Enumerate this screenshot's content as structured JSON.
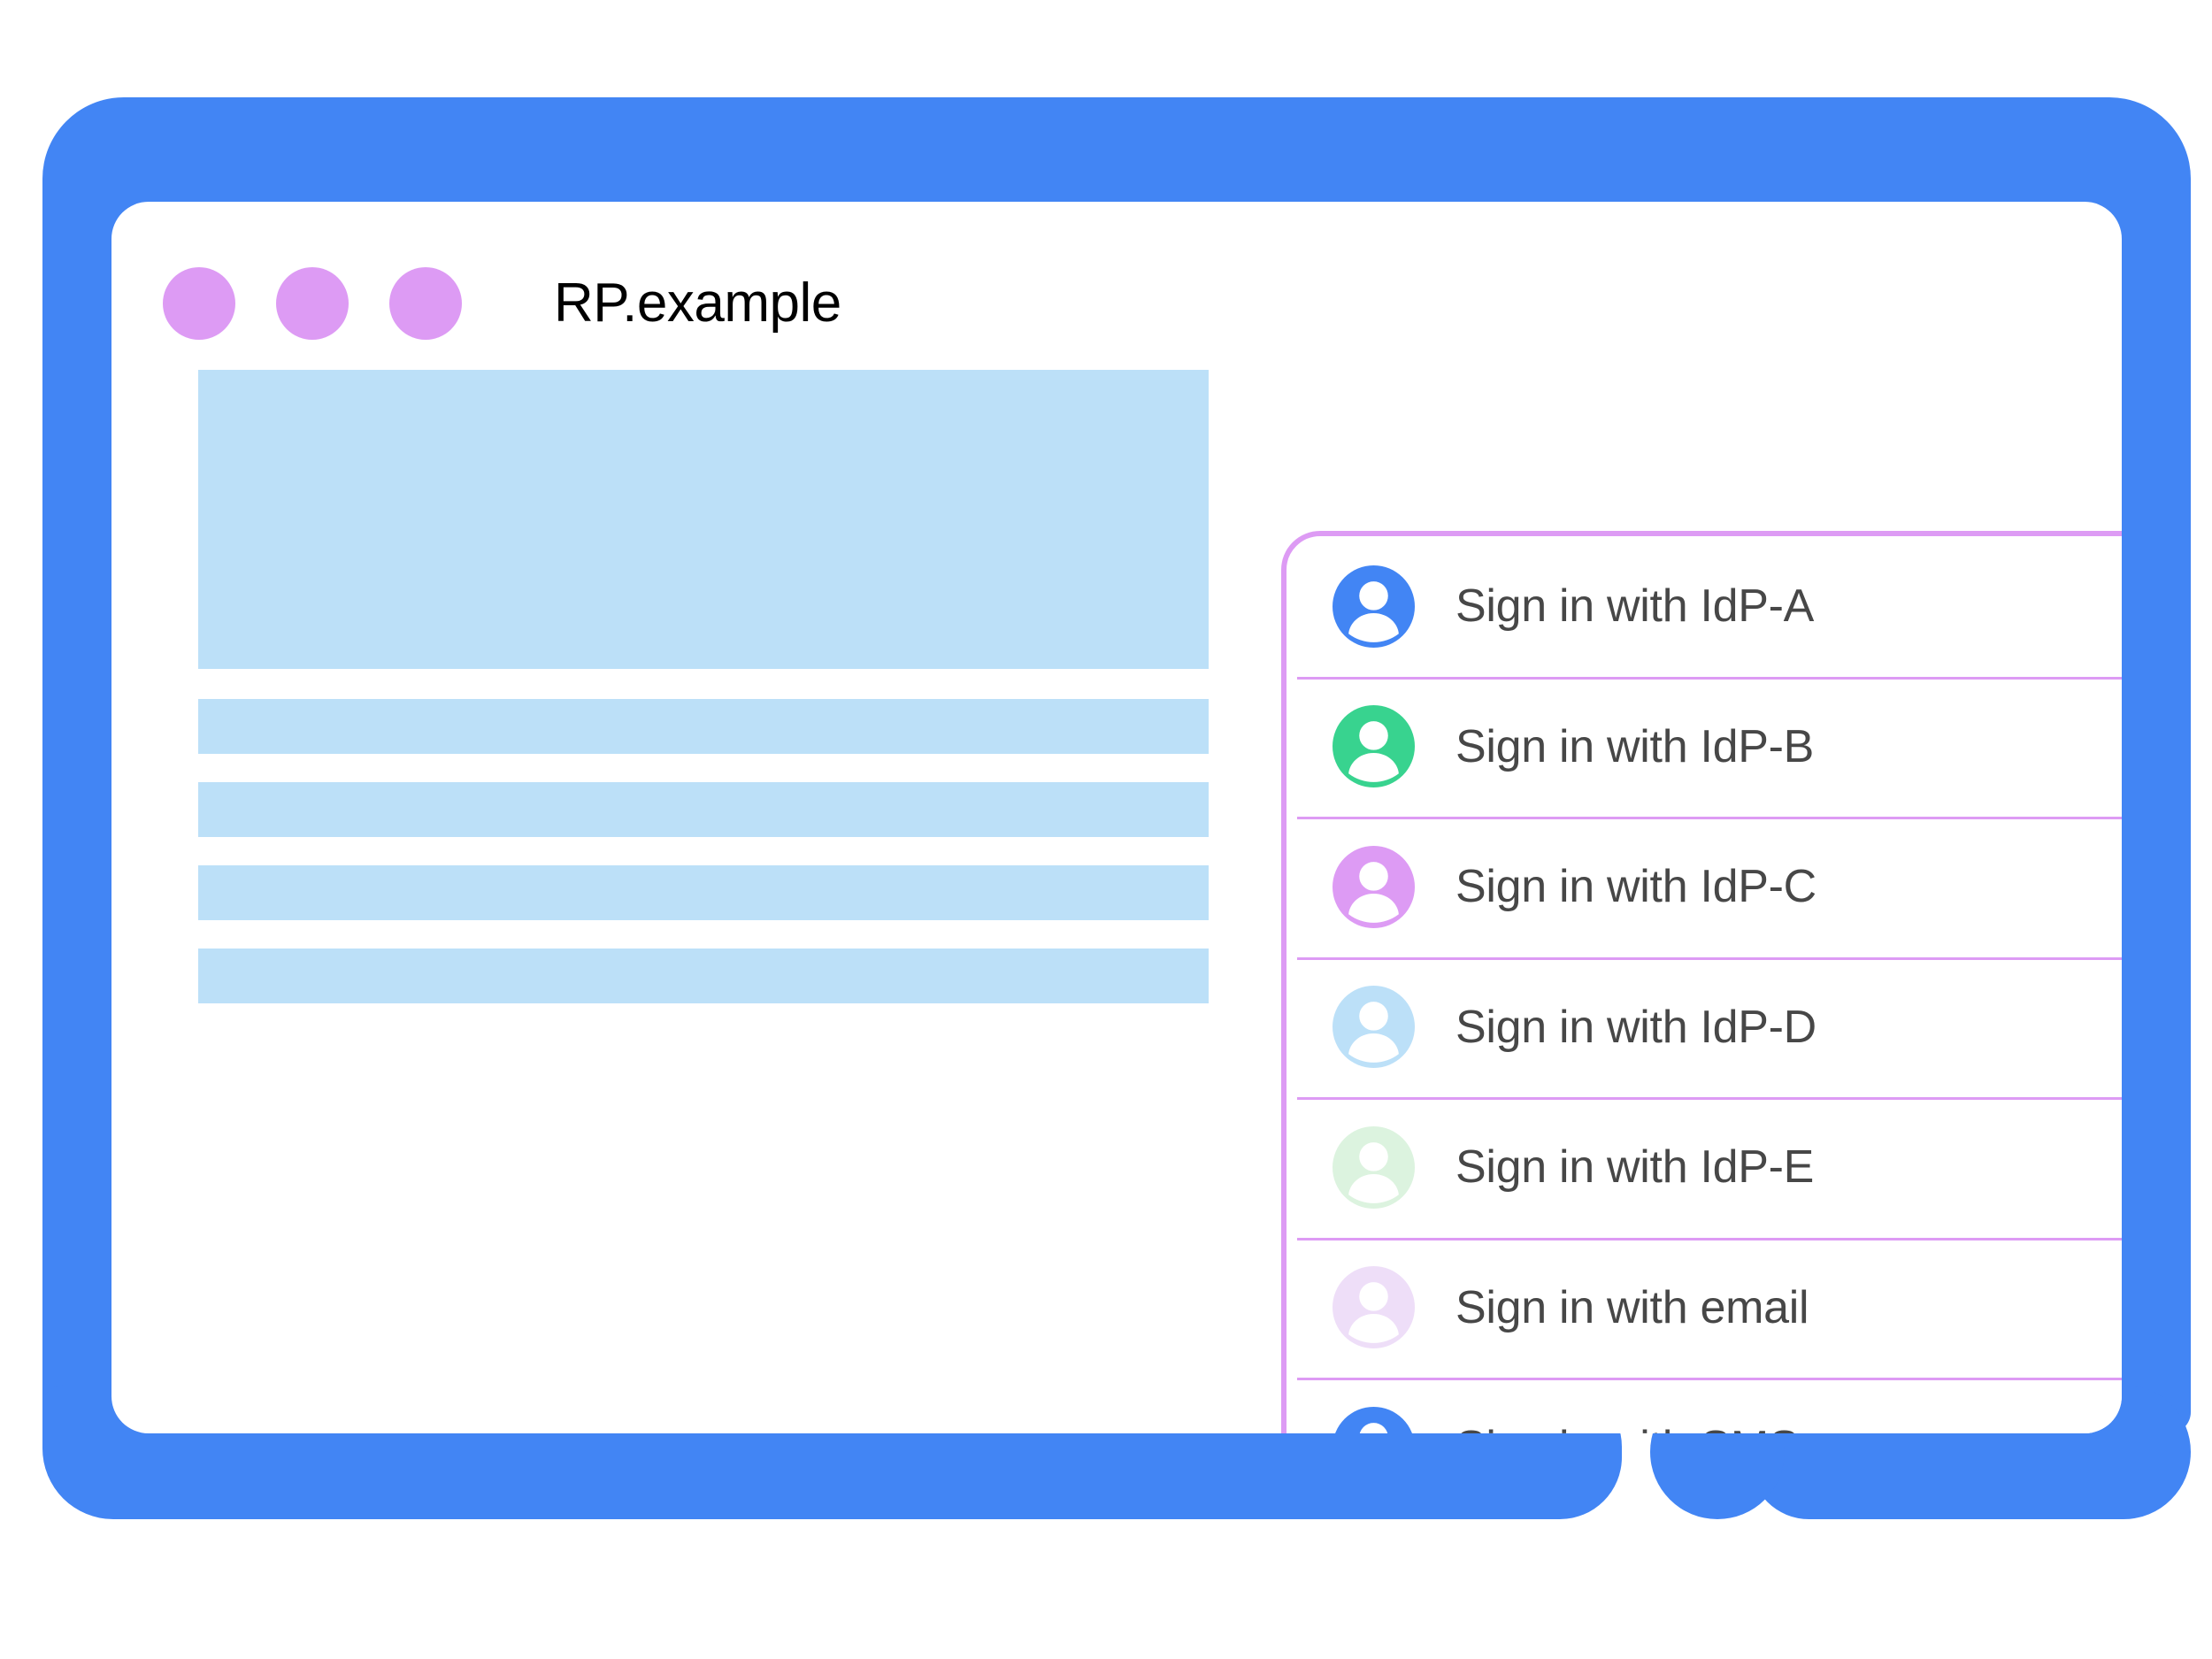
{
  "colors": {
    "device_bezel": "#4285F4",
    "screen_bg": "#ffffff",
    "window_dot": "#DD9BF4",
    "panel_border": "#DD9BF4",
    "divider": "#DD9BF4",
    "placeholder": "#BCE0F8",
    "label_text": "#474747",
    "title_text": "#000000"
  },
  "window": {
    "title": "RP.example",
    "dots": [
      {
        "name": "window-dot-1",
        "color": "#DD9BF4"
      },
      {
        "name": "window-dot-2",
        "color": "#DD9BF4"
      },
      {
        "name": "window-dot-3",
        "color": "#DD9BF4"
      }
    ]
  },
  "content": {
    "blocks": [
      {
        "kind": "hero"
      },
      {
        "kind": "bar"
      },
      {
        "kind": "bar"
      },
      {
        "kind": "bar"
      },
      {
        "kind": "bar"
      }
    ]
  },
  "signin_panel": {
    "items": [
      {
        "label": "Sign in with IdP-A",
        "icon": "account-avatar-icon",
        "avatar_color": "#4285F4"
      },
      {
        "label": "Sign in with IdP-B",
        "icon": "account-avatar-icon",
        "avatar_color": "#38D38F"
      },
      {
        "label": "Sign in with IdP-C",
        "icon": "account-avatar-icon",
        "avatar_color": "#DD9BF4"
      },
      {
        "label": "Sign in with IdP-D",
        "icon": "account-avatar-icon",
        "avatar_color": "#BCE0F8"
      },
      {
        "label": "Sign in with IdP-E",
        "icon": "account-avatar-icon",
        "avatar_color": "#DCF3DF"
      },
      {
        "label": "Sign in with email",
        "icon": "account-avatar-icon",
        "avatar_color": "#EEDEF8"
      },
      {
        "label": "Sign in with SMS",
        "icon": "account-avatar-icon",
        "avatar_color": "#4285F4"
      }
    ]
  },
  "device": {
    "home_button": "home-button"
  }
}
